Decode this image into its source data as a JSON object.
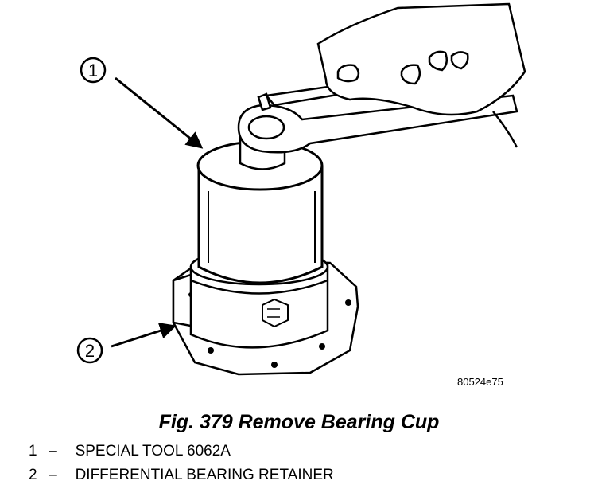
{
  "figure": {
    "callouts": [
      "1",
      "2"
    ],
    "image_code": "80524e75"
  },
  "caption": "Fig. 379 Remove Bearing Cup",
  "legend": [
    {
      "number": "1",
      "dash": "–",
      "text": "SPECIAL TOOL 6062A"
    },
    {
      "number": "2",
      "dash": "–",
      "text": "DIFFERENTIAL BEARING RETAINER"
    }
  ]
}
